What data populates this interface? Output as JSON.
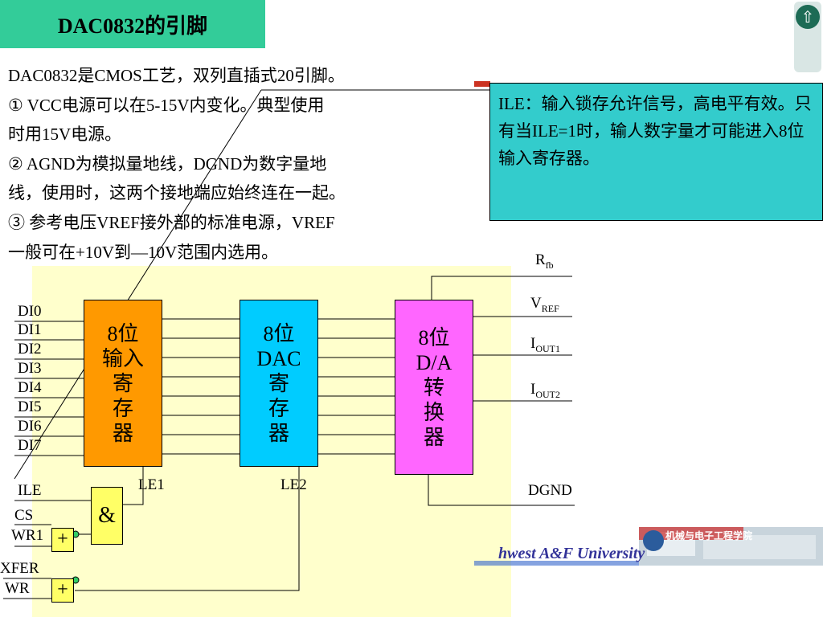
{
  "title": "DAC0832的引脚",
  "nav_icon": "up-arrow-icon",
  "description": [
    "DAC0832是CMOS工艺，双列直插式20引脚。",
    "① VCC电源可以在5-15V内变化。典型使用",
    "时用15V电源。",
    "② AGND为模拟量地线，DGND为数字量地",
    "线，使用时，这两个接地端应始终连在一起。",
    "③ 参考电压VREF接外部的标准电源，VREF",
    "一般可在+10V到—10V范围内选用。"
  ],
  "ile_note": "ILE：输入锁存允许信号，高电平有效。只有当ILE=1时，输人数字量才可能进入8位输入寄存器。",
  "blocks": {
    "input_register": [
      "8位",
      "输入",
      "寄",
      "存",
      "器"
    ],
    "dac_register": [
      "8位",
      "DAC",
      "寄",
      "存",
      "器"
    ],
    "converter": [
      "8位",
      "D/A",
      "转",
      "换",
      "器"
    ]
  },
  "inputs": [
    "DI0",
    "DI1",
    "DI2",
    "DI3",
    "DI4",
    "DI5",
    "DI6",
    "DI7"
  ],
  "gate_and": "&",
  "gate_or": "+",
  "labels": {
    "ile": "ILE",
    "cs": "CS",
    "wr1": "WR1",
    "xfer": "XFER",
    "wr": "WR",
    "le1": "LE1",
    "le2": "LE2",
    "dgnd": "DGND",
    "rfb_main": "R",
    "rfb_sub": "fb",
    "vref_main": "V",
    "vref_sub": "REF",
    "iout1_main": "I",
    "iout1_sub": "OUT1",
    "iout2_main": "I",
    "iout2_sub": "OUT2"
  },
  "university": "hwest  A&F  University",
  "logo_text": "机械与电子工程学院",
  "colors": {
    "title_bg": "#33cc99",
    "note_bg": "#33cccc",
    "diagram_bg": "#ffffcc",
    "input_register": "#ff9900",
    "dac_register": "#00ccff",
    "converter": "#ff66ff",
    "gate": "#ffff66"
  }
}
